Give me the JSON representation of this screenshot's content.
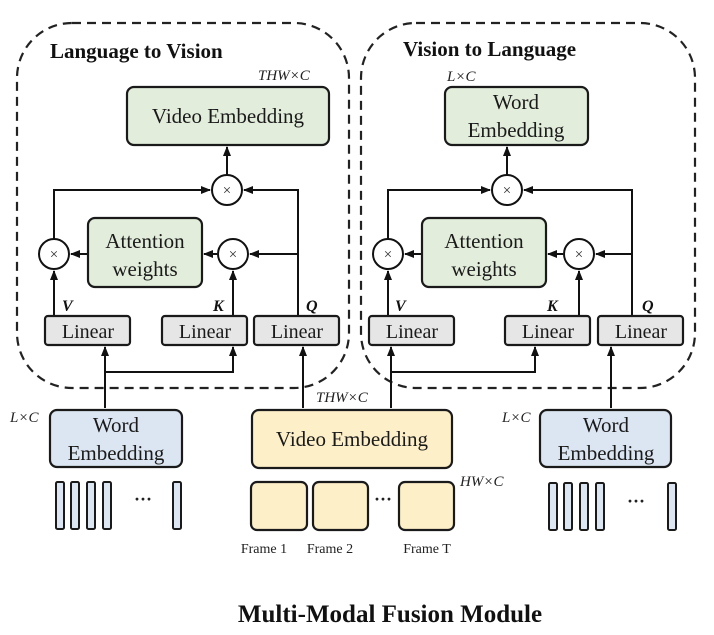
{
  "colors": {
    "green_box": "#e2eedb",
    "linear_box": "#e6e6e6",
    "blue_box": "#dce6f2",
    "yellow_box": "#fdefc8",
    "stroke": "#1a1a1a"
  },
  "panels": {
    "left": {
      "title": "Language to Vision",
      "output_dim": "THW×C",
      "output_box": "Video Embedding",
      "attention_line1": "Attention",
      "attention_line2": "weights",
      "linear_labels": [
        "Linear",
        "Linear",
        "Linear"
      ],
      "qkv": [
        "V",
        "K",
        "Q"
      ]
    },
    "right": {
      "title": "Vision to Language",
      "output_dim": "L×C",
      "output_line1": "Word",
      "output_line2": "Embedding",
      "attention_line1": "Attention",
      "attention_line2": "weights",
      "linear_labels": [
        "Linear",
        "Linear",
        "Linear"
      ],
      "qkv": [
        "V",
        "K",
        "Q"
      ]
    }
  },
  "operators": {
    "multiply_symbol": "×"
  },
  "bottom": {
    "word_left": {
      "dim": "L×C",
      "line1": "Word",
      "line2": "Embedding"
    },
    "video": {
      "dim": "THW×C",
      "label": "Video Embedding",
      "frame_dim": "HW×C"
    },
    "word_right": {
      "dim": "L×C",
      "line1": "Word",
      "line2": "Embedding"
    },
    "frames": [
      "Frame 1",
      "Frame 2",
      "Frame T"
    ],
    "ellipsis": "···"
  },
  "caption": "Multi-Modal Fusion Module"
}
